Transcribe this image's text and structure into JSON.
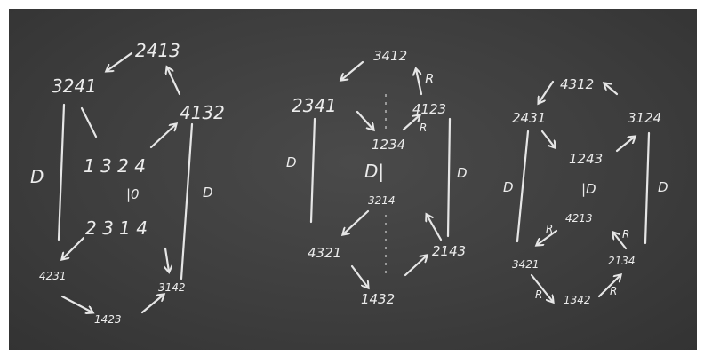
{
  "diagram1": {
    "top": "2413",
    "left_top": "3241",
    "right_top": "4132",
    "row1": "1 3 2 4",
    "mid_label": "|0",
    "row2": "2 3 1 4",
    "left_bottom": "4231",
    "right_bottom": "3142",
    "bottom": "1423",
    "side_left": "D",
    "side_right": "D"
  },
  "diagram2": {
    "top": "3412",
    "top_r": "R",
    "left_top": "2341",
    "right_top": "4123",
    "inner_r": "R",
    "center_top": "1234",
    "center_d": "D|",
    "center_bottom": "3214",
    "left_bottom": "4321",
    "right_bottom": "2143",
    "bottom": "1432",
    "side_left": "D",
    "side_right": "D"
  },
  "diagram3": {
    "top": "4312",
    "left_top": "2431",
    "right_top": "3124",
    "center_top": "1243",
    "center_d": "|D",
    "center_bottom": "4213",
    "r1": "R",
    "r2": "R",
    "left_bottom": "3421",
    "right_bottom": "2134",
    "r3": "R",
    "r4": "R",
    "bottom": "1342",
    "side_left": "D",
    "side_right": "D"
  }
}
